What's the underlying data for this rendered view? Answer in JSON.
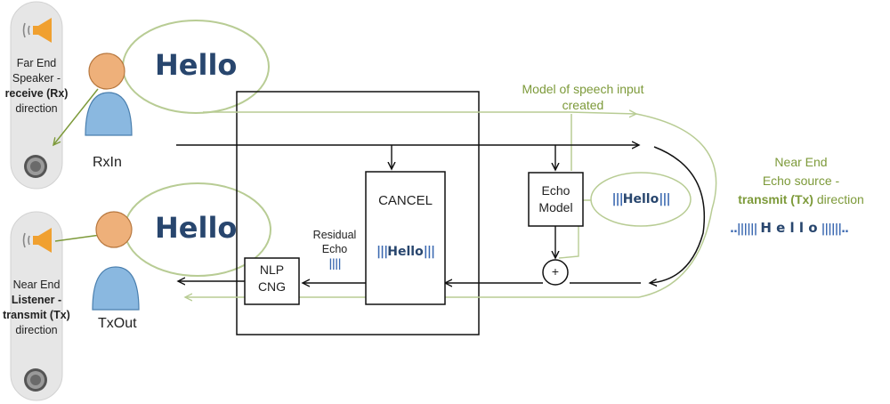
{
  "left_top": {
    "line1": "Far End",
    "line2": "Speaker -",
    "line3": "receive (Rx)",
    "line4": "direction"
  },
  "left_bottom": {
    "line1": "Near End",
    "line2": "Listener -",
    "line3": "transmit (Tx)",
    "line4": "direction"
  },
  "bubble_top": "Hello",
  "bubble_bottom": "Hello",
  "rxin": "RxIn",
  "txout": "TxOut",
  "model_note": {
    "line1": "Model of speech input",
    "line2": "created"
  },
  "cancel_box": {
    "label": "CANCEL",
    "bars_l": "|||",
    "hello": "Hello",
    "bars_r": "|||"
  },
  "echo_model": {
    "line1": "Echo",
    "line2": "Model"
  },
  "echo_model_bubble": {
    "bars_l": "|||",
    "hello": "Hello",
    "bars_r": "|||"
  },
  "nlp_box": {
    "line1": "NLP",
    "line2": "CNG"
  },
  "residual": {
    "line1": "Residual",
    "line2": "Echo",
    "bars": "||||"
  },
  "adder_symbol": "+",
  "right_text": {
    "line1": "Near End",
    "line2": "Echo source -",
    "line3a": "transmit (Tx)",
    "line3b": " direction"
  },
  "right_wave": {
    "bars_l": "..||||||",
    "word": "H e l l o",
    "bars_r": "||||||.."
  },
  "colors": {
    "navy": "#28466e",
    "bar_blue": "#3a68b0",
    "accent_green": "#7d9a3a",
    "arrow_green": "#b8cc94",
    "device_grey": "#e6e6e6",
    "speaker_orange": "#f0a030",
    "person_blue": "#8ab8e0",
    "person_skin": "#eeb07a"
  }
}
